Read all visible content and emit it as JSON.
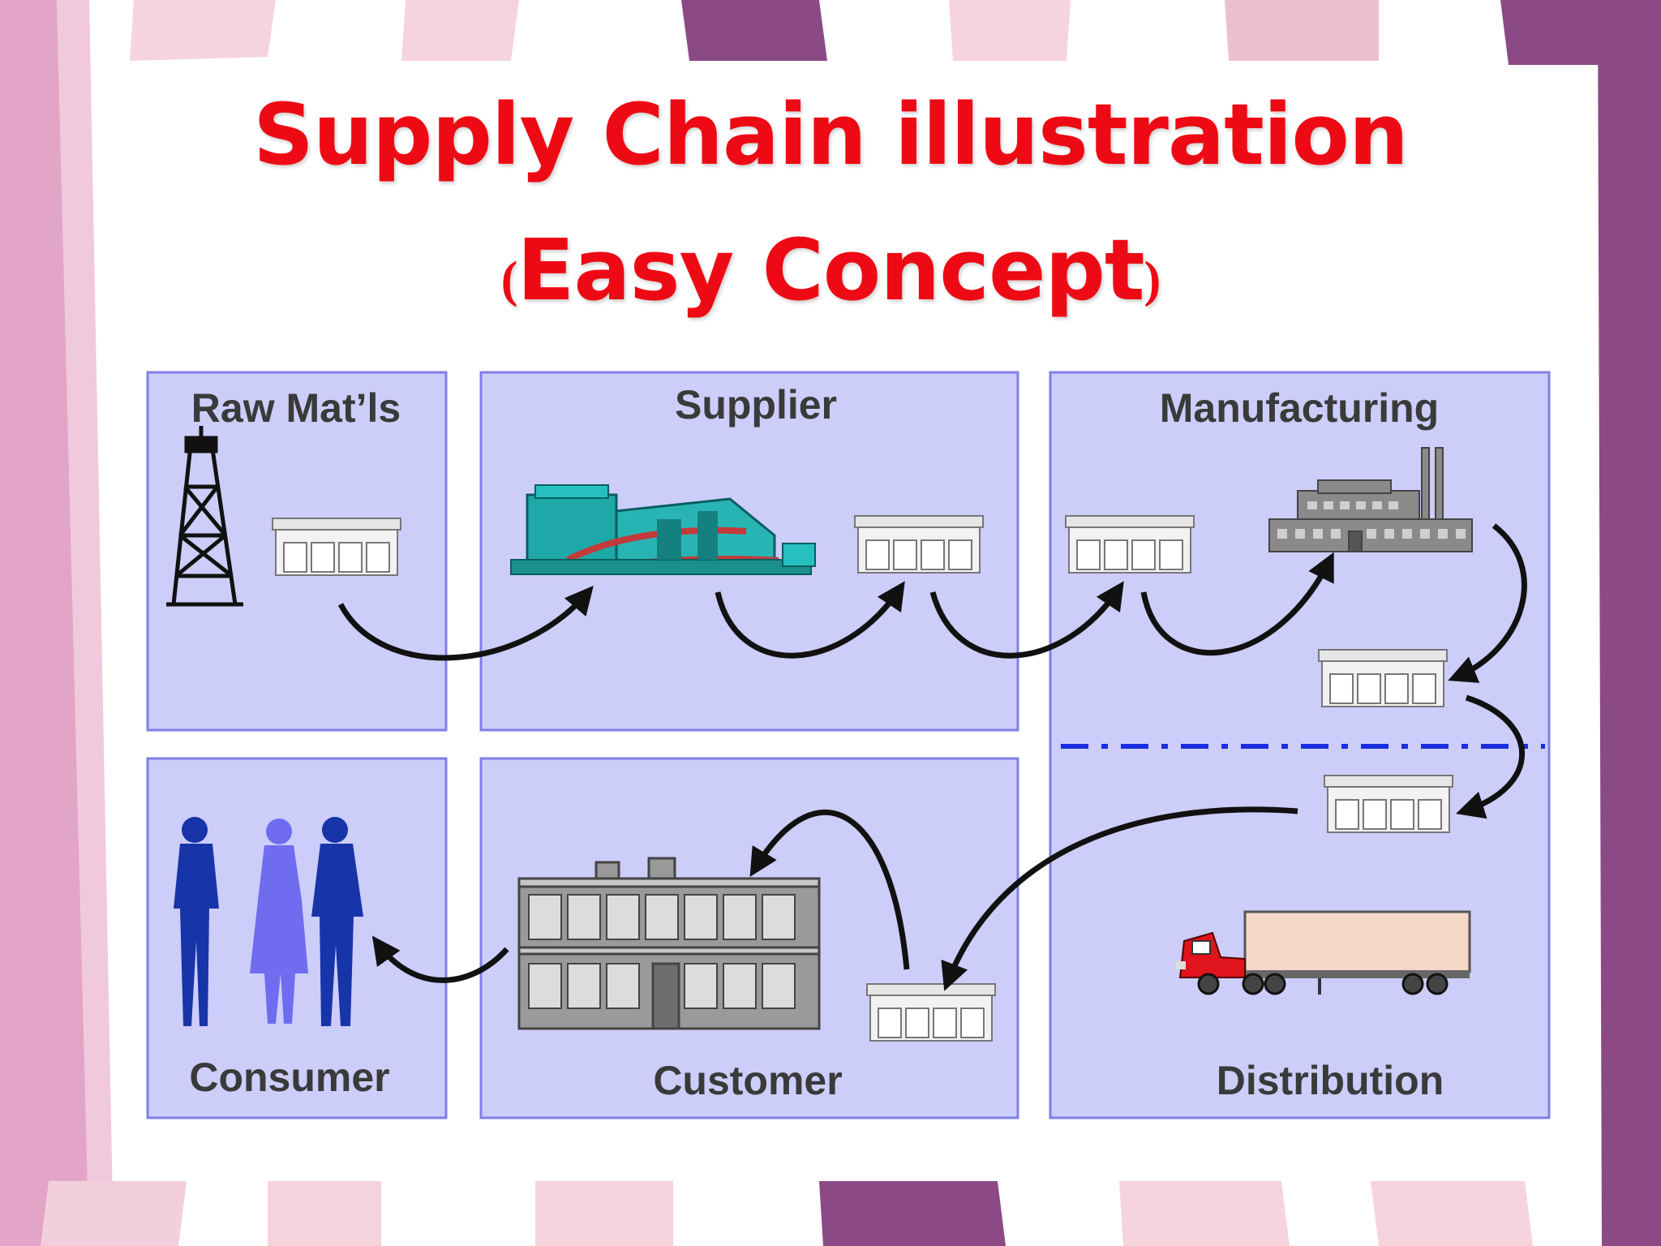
{
  "title": {
    "line1": "Supply Chain illustration",
    "line2_open": "(",
    "line2_text": "Easy Concept",
    "line2_close": ")"
  },
  "panels": {
    "raw": "Raw Mat’ls",
    "supplier": "Supplier",
    "manufacturing": "Manufacturing",
    "consumer": "Consumer",
    "customer": "Customer",
    "distribution": "Distribution"
  },
  "colors": {
    "title": "#ee0a14",
    "panel_fill": "#cdcdfa",
    "panel_border": "#7f7fe6",
    "arrow": "#111111",
    "divider": "#1a2de0",
    "bg_purple": "#8b4a86",
    "bg_pink": "#e8a8c8"
  },
  "icons": [
    "oil-derrick-icon",
    "warehouse-icon",
    "machine-icon",
    "factory-icon",
    "truck-icon",
    "store-building-icon",
    "people-icon"
  ]
}
